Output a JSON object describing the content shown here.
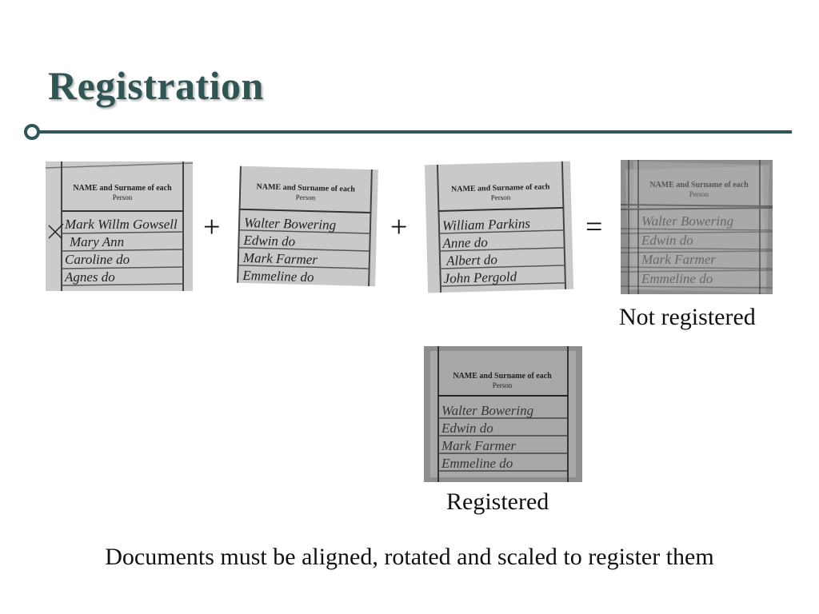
{
  "slide": {
    "title": "Registration",
    "accent_color": "#2f5654",
    "operators": {
      "plus": "+",
      "equals": "="
    },
    "caption_not_registered": "Not registered",
    "caption_registered": "Registered",
    "footer_text": "Documents must be aligned, rotated and scaled to register them"
  },
  "documents": {
    "header_line1": "NAME and Surname of each",
    "header_line2": "Person",
    "doc1_names": [
      "Mark Willm Gowsell",
      "Mary Ann",
      "Caroline do",
      "Agnes do"
    ],
    "doc2_names": [
      "Walter Bowering",
      "Edwin do",
      "Mark Farmer",
      "Emmeline do"
    ],
    "doc3_names": [
      "William Parkins",
      "Anne do",
      "Albert do",
      "John Pergold"
    ],
    "merged_names": [
      "Walter Bowering",
      "Edwin do",
      "Mark Farmer",
      "Emmeline do"
    ]
  }
}
